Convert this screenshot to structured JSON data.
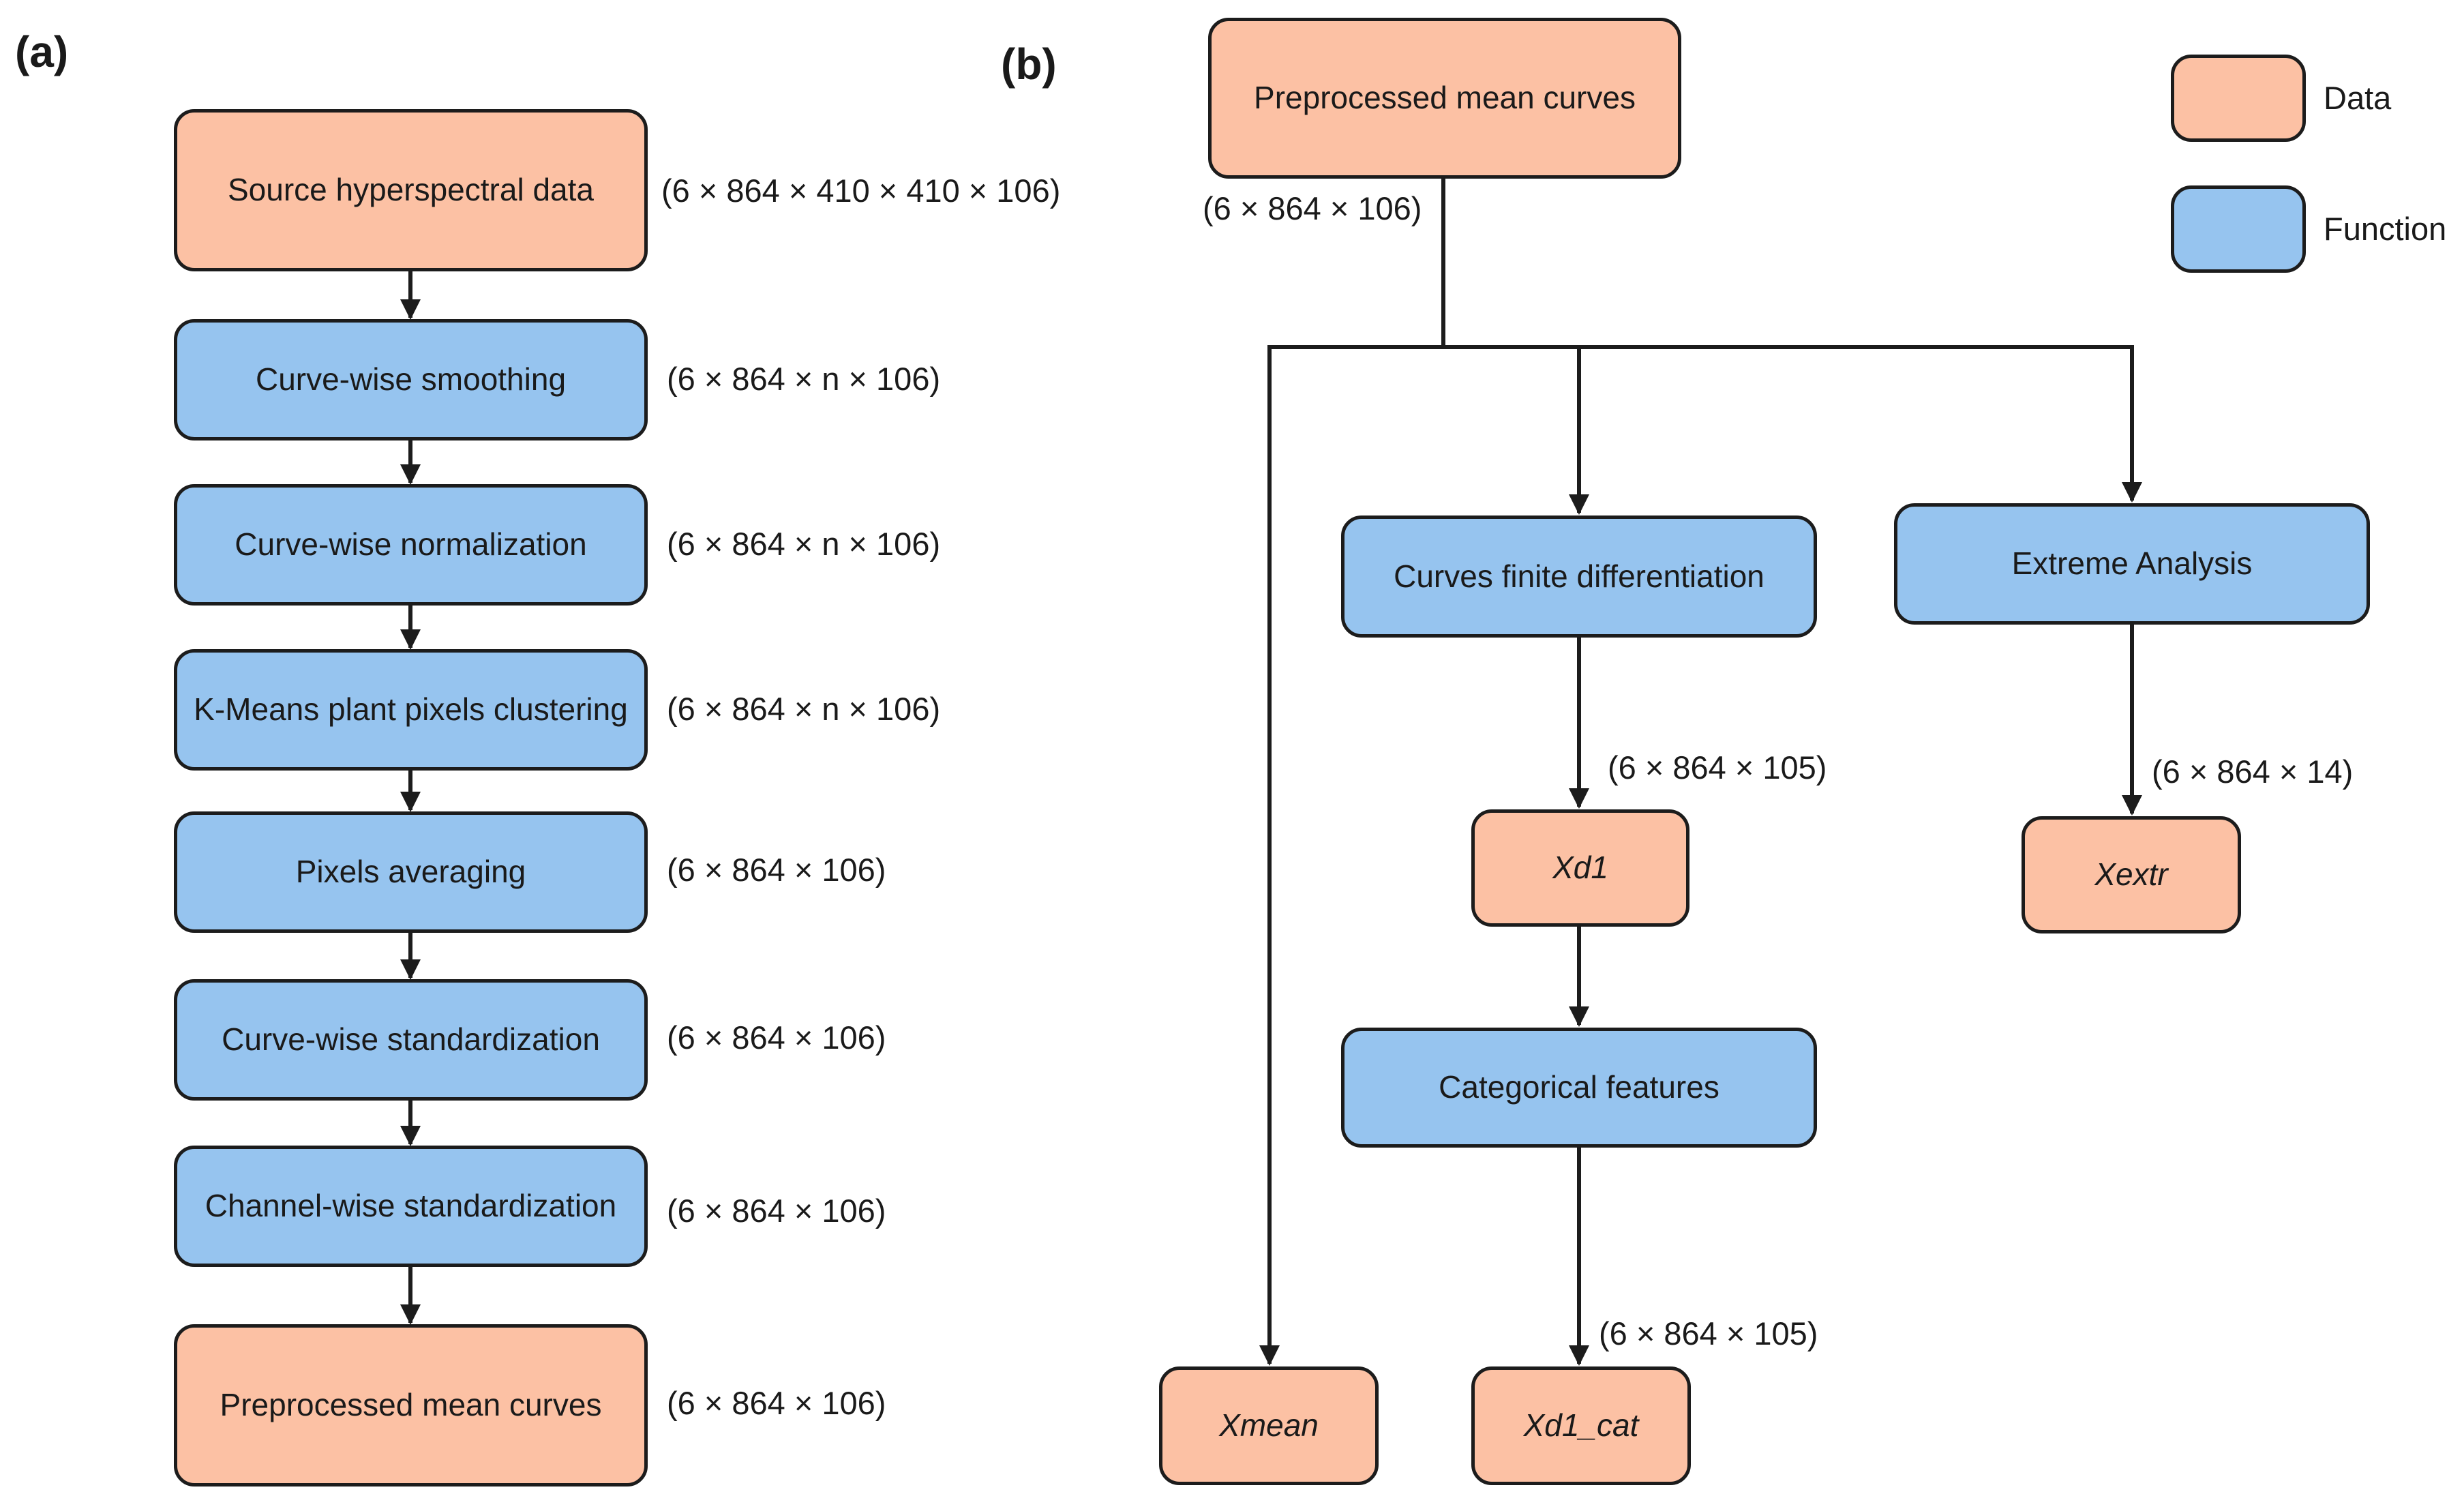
{
  "panels": {
    "a": "(a)",
    "b": "(b)"
  },
  "legend": {
    "data": "Data",
    "function": "Function"
  },
  "panel_a": {
    "steps": [
      {
        "label": "Source hyperspectral data",
        "kind": "data",
        "dims": "(6 × 864 × 410 × 410 × 106)"
      },
      {
        "label": "Curve-wise smoothing",
        "kind": "function",
        "dims": "(6 × 864 × n × 106)"
      },
      {
        "label": "Curve-wise normalization",
        "kind": "function",
        "dims": "(6 × 864 × n × 106)"
      },
      {
        "label": "K-Means plant pixels clustering",
        "kind": "function",
        "dims": "(6 × 864 × n × 106)"
      },
      {
        "label": "Pixels averaging",
        "kind": "function",
        "dims": "(6 × 864 × 106)"
      },
      {
        "label": "Curve-wise standardization",
        "kind": "function",
        "dims": "(6 × 864 × 106)"
      },
      {
        "label": "Channel-wise standardization",
        "kind": "function",
        "dims": "(6 × 864 × 106)"
      },
      {
        "label": "Preprocessed mean curves",
        "kind": "data",
        "dims": "(6 × 864 × 106)"
      }
    ]
  },
  "panel_b": {
    "source": {
      "label": "Preprocessed mean curves",
      "kind": "data",
      "dims": "(6 × 864 × 106)"
    },
    "finite_diff": {
      "label": "Curves finite differentiation",
      "kind": "function"
    },
    "extreme": {
      "label": "Extreme Analysis",
      "kind": "function"
    },
    "xd1": {
      "label": "Xd1",
      "kind": "data",
      "dims": "(6 × 864 × 105)"
    },
    "xextr": {
      "label": "Xextr",
      "kind": "data",
      "dims": "(6 × 864 × 14)"
    },
    "categorical": {
      "label": "Categorical features",
      "kind": "function"
    },
    "xmean": {
      "label": "Xmean",
      "kind": "data"
    },
    "xd1_cat": {
      "label": "Xd1_cat",
      "kind": "data",
      "dims": "(6 × 864 × 105)"
    }
  },
  "colors": {
    "data": "#fcc1a4",
    "function": "#96c4ef",
    "edge": "#1c1c1c"
  }
}
